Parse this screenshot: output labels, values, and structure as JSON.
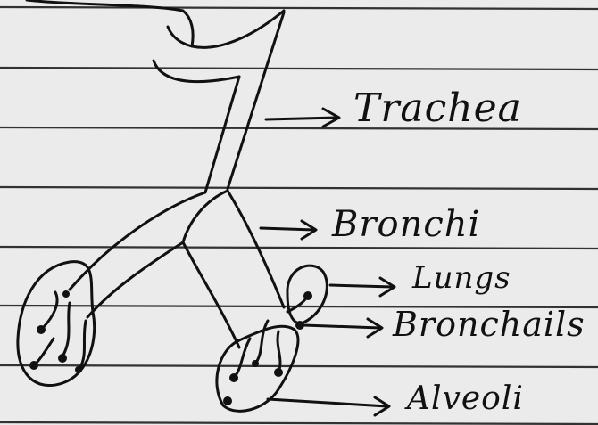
{
  "labels": {
    "trachea": "Trachea",
    "bronchi": "Bronchi",
    "lungs": "Lungs",
    "bronchails": "Bronchails",
    "alveoli": "Alveoli"
  },
  "colors": {
    "paper": "#ebebeb",
    "ruled_line": "#1e1e1e",
    "ink": "#111111"
  }
}
